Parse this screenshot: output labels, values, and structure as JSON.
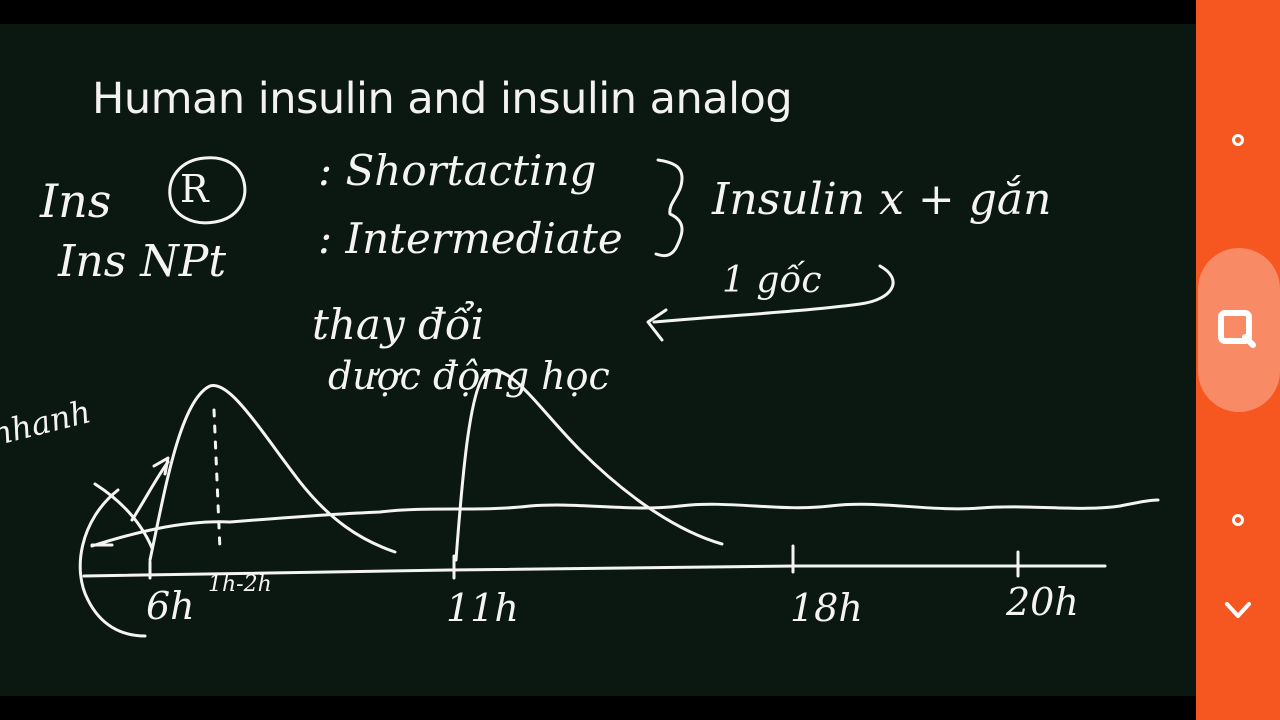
{
  "slide": {
    "title": "Human insulin and insulin analog"
  },
  "handwriting": {
    "ins_r_label": "Ins",
    "r_circle": "R",
    "ins_npt_label": "Ins NPt",
    "short_acting": ": Shortacting",
    "intermediate": ": Intermediate",
    "insulin_gan": "Insulin x + gắn",
    "mot_goc": "1 gốc",
    "thay_doi": "thay đổi",
    "duoc_dong_hoc": "dược động học",
    "nhanh": "nhanh",
    "tick_6h": "6h",
    "tick_6h_sup": "1h-2h",
    "tick_11h": "11h",
    "tick_18h": "18h",
    "tick_20h": "20h"
  },
  "side_panel": {
    "accent_color": "#f6561f",
    "buttons": [
      {
        "icon": "circle-icon"
      },
      {
        "icon": "search-icon"
      },
      {
        "icon": "circle-icon"
      },
      {
        "icon": "chevron-down-icon"
      }
    ]
  }
}
